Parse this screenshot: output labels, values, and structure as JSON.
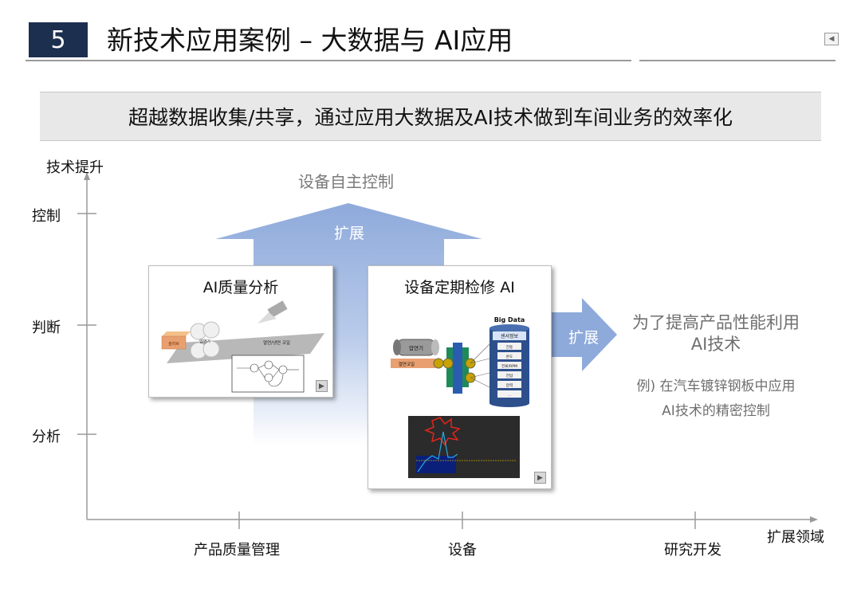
{
  "header": {
    "section_number": "5",
    "title": "新技术应用案例 – 大数据与 AI应用",
    "nav_icon": "play-left-icon"
  },
  "banner": {
    "text": "超越数据收集/共享，通过应用大数据及AI技术做到车间业务的效率化"
  },
  "y_axis": {
    "title": "技术提升",
    "ticks": [
      "控制",
      "判断",
      "分析"
    ]
  },
  "x_axis": {
    "title": "扩展领域",
    "ticks": [
      "产品质量管理",
      "设备",
      "研究开发"
    ]
  },
  "up_arrow": {
    "top_label": "设备自主控制",
    "label": "扩展"
  },
  "right_arrow": {
    "label": "扩展"
  },
  "panel_quality": {
    "title": "AI质量分析",
    "labels": {
      "slab": "슬라브",
      "rolling": "압연기",
      "coil": "열연/냉연 코일"
    }
  },
  "panel_equipment": {
    "title": "设备定期检修 AI",
    "big_data_title": "Big Data",
    "sensor_items": [
      "센서정보",
      "진동",
      "온도",
      "전류/RPM",
      "전압",
      "압력",
      "..."
    ],
    "machine_labels": {
      "rolling": "압연기",
      "coil": "열연코일"
    }
  },
  "goal": {
    "line1": "为了提高产品性能利用",
    "line2": "AI技术",
    "example_line1": "例) 在汽车镀锌钢板中应用",
    "example_line2": "AI技术的精密控制"
  },
  "colors": {
    "section_box": "#1d2f4f",
    "arrow_blue": "#8eaadb",
    "chart_bg": "#2b2b2b",
    "chart_line": "#2aa9e0",
    "explosion": "#e0261b"
  }
}
